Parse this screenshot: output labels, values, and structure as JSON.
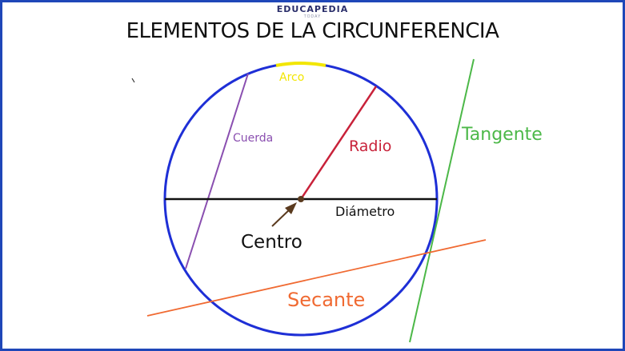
{
  "brand": {
    "name": "EDUCAPEDIA",
    "tagline": "TODAY"
  },
  "title": "ELEMENTOS DE LA CIRCUNFERENCIA",
  "labels": {
    "arco": "Arco",
    "cuerda": "Cuerda",
    "radio": "Radio",
    "tangente": "Tangente",
    "diametro": "Diámetro",
    "centro": "Centro",
    "secante": "Secante"
  },
  "colors": {
    "frame": "#1f47b8",
    "circle": "#1e2fd6",
    "arco": "#f2e600",
    "cuerda": "#8a4fb0",
    "radio": "#c8223a",
    "tangente": "#4cb848",
    "diametro": "#111111",
    "centro": "#111111",
    "centro_arrow": "#5a3a1e",
    "secante": "#f06a32"
  }
}
